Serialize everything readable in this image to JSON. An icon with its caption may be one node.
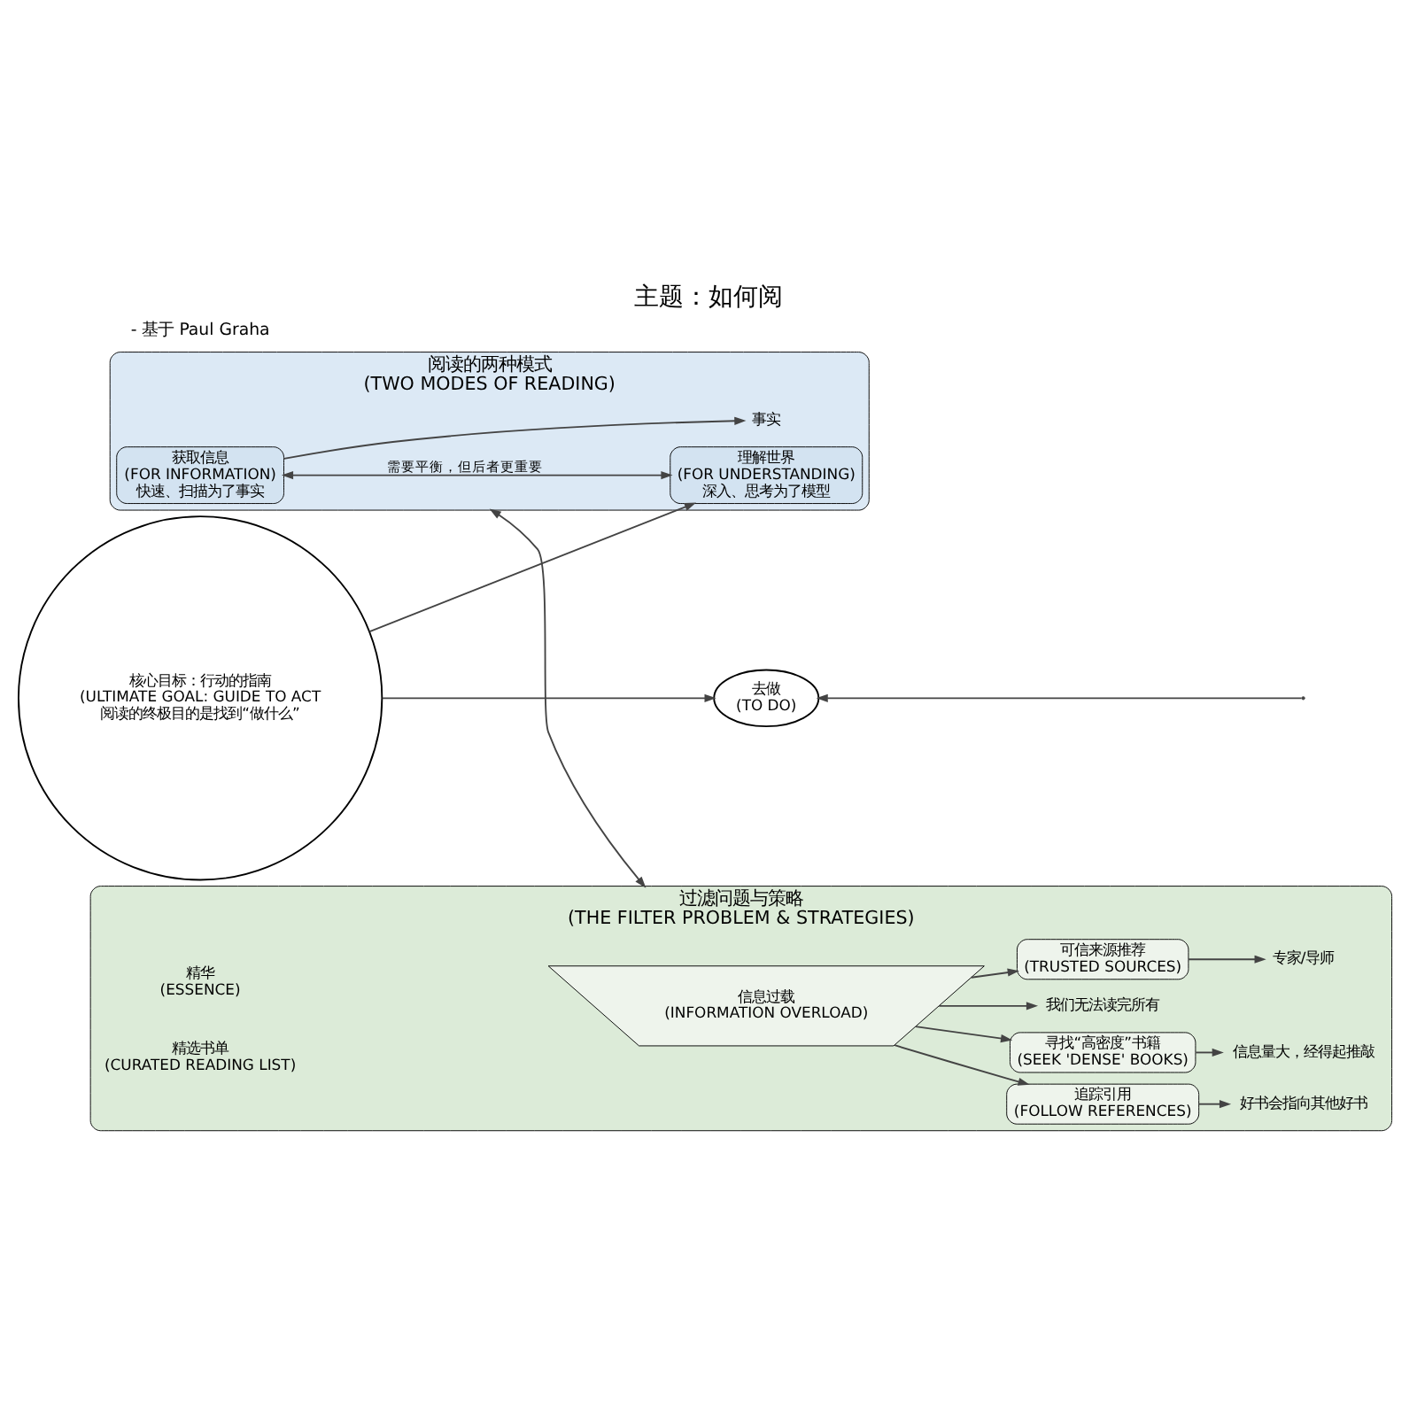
{
  "diagram": {
    "title": "主题：如何阅",
    "nodes": [
      {
        "text": [
          "阅读的两种模式",
          "(TWO MODES OF READING)"
        ]
      },
      {
        "text": [
          "获取信息",
          "(FOR INFORMATION)",
          "快速、扫描为了事实"
        ],
        "in": 0
      },
      {
        "text": [
          "事实"
        ],
        "in": 0
      },
      {
        "text": [
          "理解世界",
          "(FOR UNDERSTANDING)",
          "深入、思考为了模型"
        ],
        "in": 0
      },
      {
        "text": [
          "过滤问题与策略",
          "(THE FILTER PROBLEM & STRATEGIES)"
        ]
      },
      {
        "text": [
          "信息过载",
          "(INFORMATION OVERLOAD)"
        ],
        "in": 4
      },
      {
        "text": [
          "我们无法读完所有"
        ],
        "in": 4
      },
      {
        "text": [
          "精华",
          "(ESSENCE)"
        ],
        "in": 4
      },
      {
        "text": [
          "精选书单",
          "(CURATED READING LIST)"
        ],
        "in": 4
      },
      {
        "text": [
          "可信来源推荐",
          "(TRUSTED SOURCES)"
        ],
        "in": 4
      },
      {
        "text": [
          "专家/导师"
        ],
        "in": 4
      },
      {
        "text": [
          "追踪引用",
          "(FOLLOW REFERENCES)"
        ],
        "in": 4
      },
      {
        "text": [
          "好书会指向其他好书"
        ],
        "in": 4
      },
      {
        "text": [
          "寻找“高密度”书籍",
          "(SEEK 'DENSE' BOOKS)"
        ],
        "in": 4
      },
      {
        "text": [
          "信息量大，经得起推敲"
        ],
        "in": 4
      },
      {
        "text": [
          "核心目标：行动的指南",
          "(ULTIMATE GOAL: GUIDE TO ACT",
          "阅读的终极目的是找到“做什么”"
        ]
      },
      {
        "text": [
          "去做",
          "(TO DO)"
        ]
      }
    ],
    "edges": [
      {
        "from": 1,
        "to": 3,
        "arrow": "both",
        "label": "需要平衡，但后者更重要"
      },
      {
        "from": 1,
        "to": 2,
        "arrow": "to"
      },
      {
        "from": 0,
        "to": 4,
        "arrow": "both"
      },
      {
        "from": 15,
        "to": 3,
        "arrow": "to"
      },
      {
        "from": 5,
        "to": 6,
        "arrow": "to"
      },
      {
        "from": 5,
        "to": 9,
        "arrow": "to"
      },
      {
        "from": 5,
        "to": 11,
        "arrow": "to"
      },
      {
        "from": 5,
        "to": 13,
        "arrow": "to"
      },
      {
        "from": 9,
        "to": 10,
        "arrow": "to"
      },
      {
        "from": 11,
        "to": 12,
        "arrow": "to"
      },
      {
        "from": 13,
        "to": 14,
        "arrow": "to"
      },
      {
        "from": 15,
        "to": 16,
        "arrow": "to"
      },
      {
        "from": null,
        "to": 16,
        "arrow": "to"
      }
    ],
    "labels": [
      "- 基于 Paul Graha"
    ]
  }
}
